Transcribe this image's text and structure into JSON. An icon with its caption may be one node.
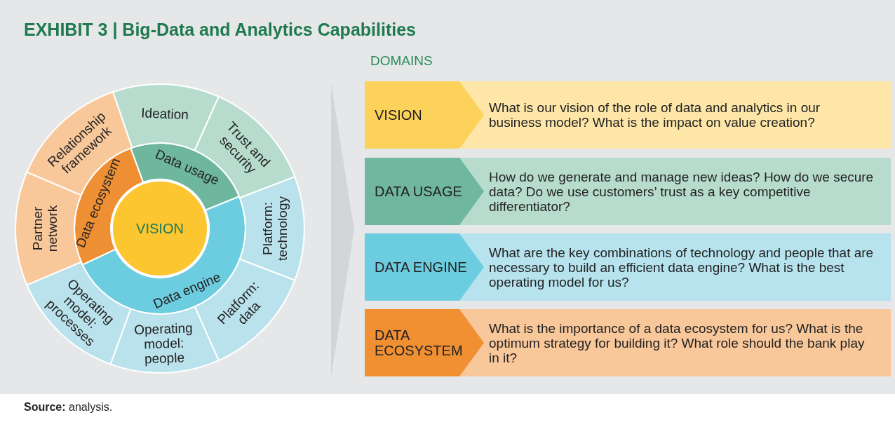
{
  "diagram": {
    "title": "EXHIBIT 3 | Big-Data and Analytics Capabilities",
    "caption": "**Source:** analysis.",
    "nodes": [
      {
        "text": [
          "VISION"
        ]
      },
      {
        "text": [
          "Data usage"
        ]
      },
      {
        "text": [
          "Data engine"
        ]
      },
      {
        "text": [
          "Data ecosystem"
        ]
      },
      {
        "text": [
          "Ideation"
        ]
      },
      {
        "text": [
          "Trust and security"
        ]
      },
      {
        "text": [
          "Platform: technology"
        ]
      },
      {
        "text": [
          "Platform: data"
        ]
      },
      {
        "text": [
          "Operating model: people"
        ]
      },
      {
        "text": [
          "Operating model: processes"
        ]
      },
      {
        "text": [
          "Partner network"
        ]
      },
      {
        "text": [
          "Relationship framework"
        ]
      },
      {
        "text": [
          "VISION",
          "What is our vision of the role of data and analytics in our business model? What is the impact on value creation?"
        ]
      },
      {
        "text": [
          "DATA USAGE",
          "How do we generate and manage new ideas? How do we secure data? Do we use customers’ trust as a key competitive differentiator?"
        ]
      },
      {
        "text": [
          "DATA ENGINE",
          "What are the key combinations of technology and people that are necessary to build an efficient data engine? What is the best operating model for us?"
        ]
      },
      {
        "text": [
          "DATA ECOSYSTEM",
          "What is the importance of a data ecosystem for us? What is the optimum strategy for building it? What role should the bank play in it?"
        ]
      }
    ],
    "labels": [
      "DOMAINS"
    ]
  }
}
